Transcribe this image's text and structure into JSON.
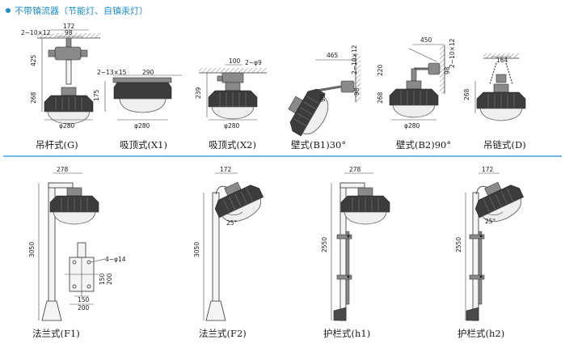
{
  "header": {
    "title": "不带镇流器（节能灯、自镇汞灯）"
  },
  "captions": {
    "g": "吊杆式(G)",
    "x1": "吸顶式(X1)",
    "x2": "吸顶式(X2)",
    "b1": "壁式(B1)30°",
    "b2": "壁式(B2)90°",
    "d": "吊链式(D)",
    "f1": "法兰式(F1)",
    "f2": "法兰式(F2)",
    "h1": "护栏式(h1)",
    "h2": "护栏式(h2)"
  },
  "dims": {
    "g": {
      "w172": "172",
      "w98": "98",
      "holes": "2~10×12",
      "h425": "425",
      "h268": "268",
      "dia": "φ280"
    },
    "x1": {
      "holes": "2~13×15",
      "w290": "290",
      "h175": "175",
      "dia": "φ280"
    },
    "x2": {
      "w100": "100",
      "holes": "2~φ9",
      "h239": "239",
      "dia": "φ280"
    },
    "b1": {
      "w465": "465",
      "holes": "2~10×12",
      "h90": "90",
      "h98": "98"
    },
    "b2": {
      "w450": "450",
      "holes": "2~10×12",
      "h220": "220",
      "h268": "268",
      "h98": "98",
      "dia": "φ280"
    },
    "d": {
      "w164": "164",
      "h268": "268"
    },
    "f1": {
      "w278": "278",
      "h3050": "3050",
      "holes": "4~φ14",
      "p150v": "150",
      "p200v": "200",
      "p150h": "150",
      "p200h": "200"
    },
    "f2": {
      "w172": "172",
      "h3050": "3050",
      "angle": "25°"
    },
    "h1": {
      "w278": "278",
      "h2550": "2550"
    },
    "h2": {
      "w172": "172",
      "h2550": "2550",
      "angle": "25°"
    }
  },
  "colors": {
    "header": "#1a8fd6",
    "separator": "#1a8fd6",
    "lamp_body": "#3c3c3c"
  }
}
